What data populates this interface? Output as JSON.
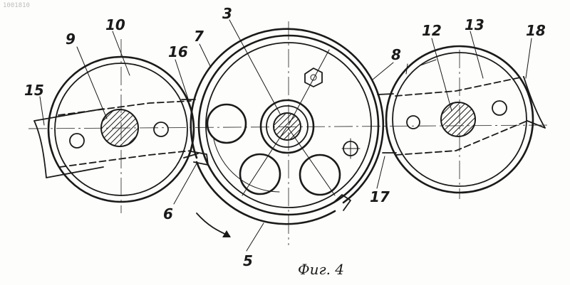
{
  "figure": {
    "id_stamp": "1001810",
    "caption": "Фиг. 4",
    "labels": {
      "l3": "3",
      "l5": "5",
      "l6": "6",
      "l7": "7",
      "l8": "8",
      "l9": "9",
      "l10": "10",
      "l12": "12",
      "l13": "13",
      "l15": "15",
      "l16": "16",
      "l17": "17",
      "l18": "18"
    },
    "ink_color": "#1a1a1a",
    "paper_color": "#fdfdfb"
  }
}
